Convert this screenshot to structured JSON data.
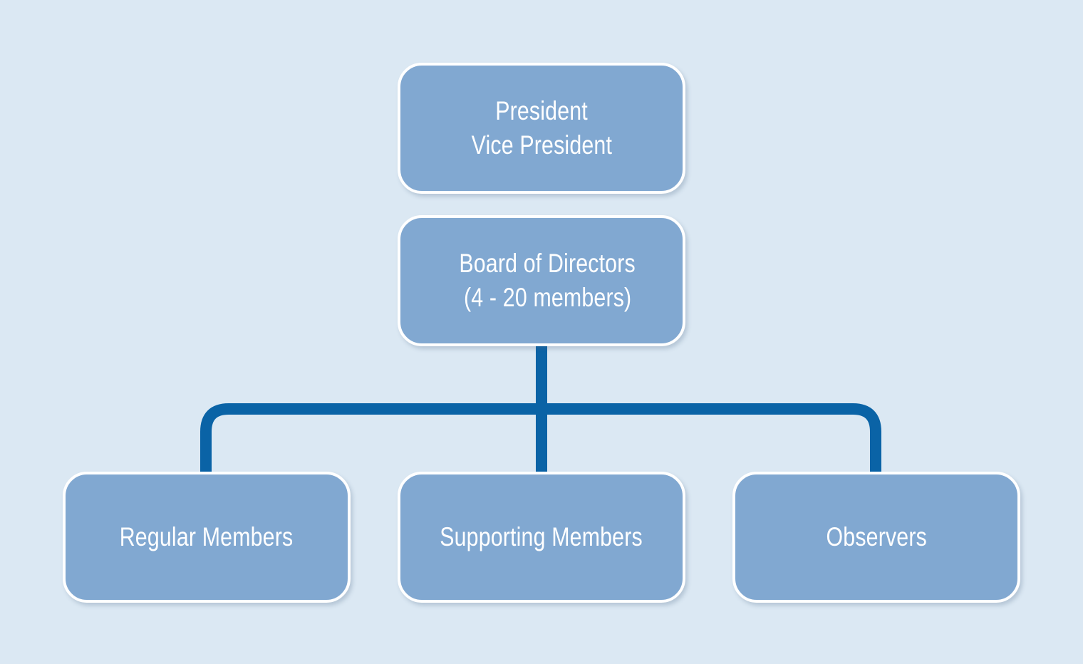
{
  "colors": {
    "background": "#dbe8f3",
    "node_fill": "#81a8d1",
    "node_border": "#ffffff",
    "connector": "#0a63a6",
    "text": "#ffffff"
  },
  "org_chart": {
    "top": {
      "line1": "President",
      "line2": "Vice President"
    },
    "board": {
      "line1": "Board of Directors",
      "line2": "(4 - 20 members)"
    },
    "children": [
      {
        "label": "Regular Members"
      },
      {
        "label": "Supporting Members"
      },
      {
        "label": "Observers"
      }
    ]
  }
}
